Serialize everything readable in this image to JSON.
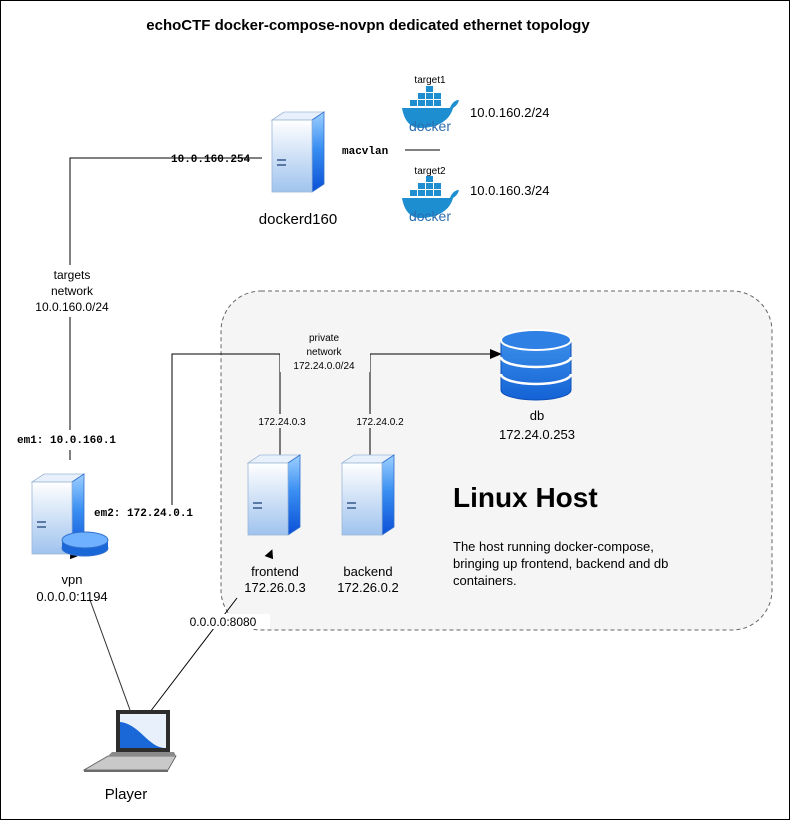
{
  "title": "echoCTF docker-compose-novpn dedicated ethernet topology",
  "dockerd": {
    "label": "dockerd160",
    "ip": "10.0.160.254",
    "link_label": "macvlan"
  },
  "targets": [
    {
      "name": "target1",
      "ip": "10.0.160.2/24",
      "logo_text": "docker"
    },
    {
      "name": "target2",
      "ip": "10.0.160.3/24",
      "logo_text": "docker"
    }
  ],
  "targets_network": {
    "line1": "targets",
    "line2": "network",
    "line3": "10.0.160.0/24"
  },
  "vpn": {
    "name": "vpn",
    "listen": "0.0.0.0:1194",
    "em1": "em1: 10.0.160.1",
    "em2": "em2: 172.24.0.1"
  },
  "private_network": {
    "line1": "private",
    "line2": "network",
    "line3": "172.24.0.0/24"
  },
  "frontend": {
    "name": "frontend",
    "ip": "172.26.0.3",
    "private_ip": "172.24.0.3"
  },
  "backend": {
    "name": "backend",
    "ip": "172.26.0.2",
    "private_ip": "172.24.0.2"
  },
  "db": {
    "name": "db",
    "ip": "172.24.0.253"
  },
  "linux_host": {
    "title": "Linux Host",
    "desc_line1": "The host running docker-compose,",
    "desc_line2": "bringing up frontend, backend and db",
    "desc_line3": "containers."
  },
  "player": {
    "label": "Player",
    "web": "0.0.0.0:8080"
  }
}
